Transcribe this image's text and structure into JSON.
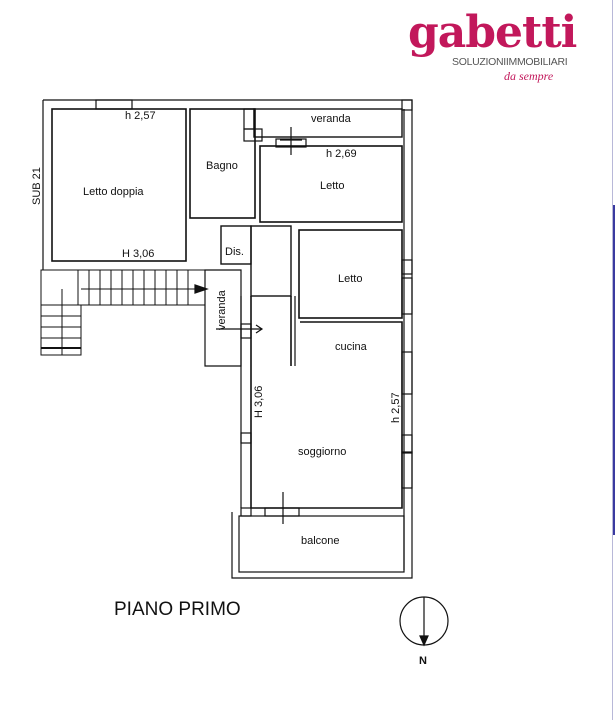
{
  "logo": {
    "brand": "gabetti",
    "subtitle": "SOLUZIONIIMMOBILIARI",
    "tagline": "da sempre",
    "brand_color": "#c2185b"
  },
  "plan": {
    "title": "PIANO PRIMO",
    "side_label": "SUB 21",
    "compass_label": "N",
    "rooms": [
      {
        "id": "letto-doppia",
        "label": "Letto doppia"
      },
      {
        "id": "bagno",
        "label": "Bagno"
      },
      {
        "id": "veranda-top",
        "label": "veranda"
      },
      {
        "id": "letto-1",
        "label": "Letto"
      },
      {
        "id": "dis",
        "label": "Dis."
      },
      {
        "id": "letto-2",
        "label": "Letto"
      },
      {
        "id": "veranda-side",
        "label": "veranda"
      },
      {
        "id": "cucina",
        "label": "cucina"
      },
      {
        "id": "soggiorno",
        "label": "soggiorno"
      },
      {
        "id": "balcone",
        "label": "balcone"
      }
    ],
    "heights": [
      {
        "id": "letto-doppia-top",
        "label": "h 2,57"
      },
      {
        "id": "letto-doppia-bottom",
        "label": "H 3,06"
      },
      {
        "id": "letto-1-top",
        "label": "h 2,69"
      },
      {
        "id": "soggiorno-left",
        "label": "H 3,06"
      },
      {
        "id": "soggiorno-right",
        "label": "h 2,57"
      }
    ],
    "colors": {
      "line": "#111111",
      "background": "#ffffff",
      "edge": "#3a3aa0"
    }
  }
}
